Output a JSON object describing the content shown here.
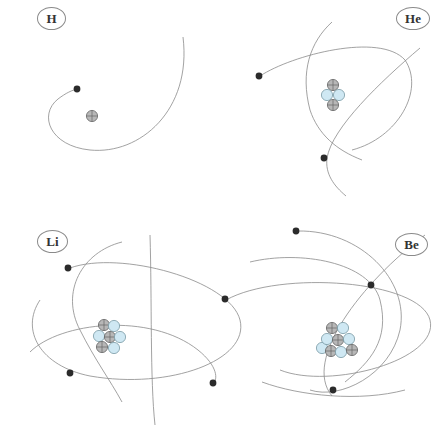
{
  "diagram": {
    "nodes": [
      {
        "text": [
          "H"
        ]
      },
      {
        "text": [
          "He"
        ]
      },
      {
        "text": [
          "Li"
        ]
      },
      {
        "text": [
          "Be"
        ]
      }
    ]
  }
}
